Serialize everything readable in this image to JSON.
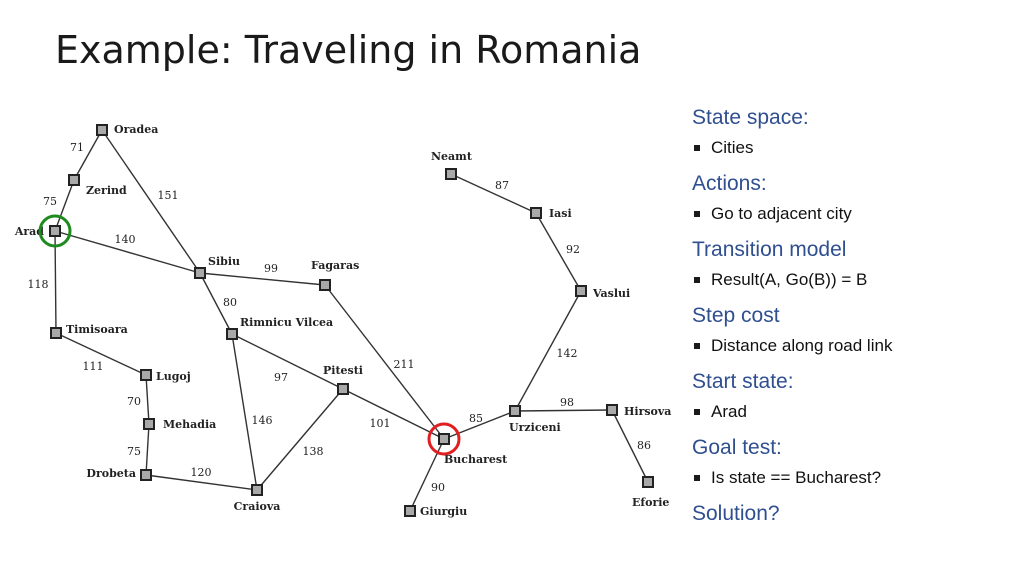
{
  "title": "Example: Traveling in Romania",
  "map": {
    "cities": [
      {
        "id": "arad",
        "name": "Arad"
      },
      {
        "id": "zerind",
        "name": "Zerind"
      },
      {
        "id": "oradea",
        "name": "Oradea"
      },
      {
        "id": "sibiu",
        "name": "Sibiu"
      },
      {
        "id": "timisoara",
        "name": "Timisoara"
      },
      {
        "id": "lugoj",
        "name": "Lugoj"
      },
      {
        "id": "mehadia",
        "name": "Mehadia"
      },
      {
        "id": "drobeta",
        "name": "Drobeta"
      },
      {
        "id": "craiova",
        "name": "Craiova"
      },
      {
        "id": "rimnicu",
        "name": "Rimnicu Vilcea"
      },
      {
        "id": "fagaras",
        "name": "Fagaras"
      },
      {
        "id": "pitesti",
        "name": "Pitesti"
      },
      {
        "id": "bucharest",
        "name": "Bucharest"
      },
      {
        "id": "giurgiu",
        "name": "Giurgiu"
      },
      {
        "id": "urziceni",
        "name": "Urziceni"
      },
      {
        "id": "hirsova",
        "name": "Hirsova"
      },
      {
        "id": "eforie",
        "name": "Eforie"
      },
      {
        "id": "vaslui",
        "name": "Vaslui"
      },
      {
        "id": "iasi",
        "name": "Iasi"
      },
      {
        "id": "neamt",
        "name": "Neamt"
      }
    ],
    "roads": [
      {
        "from": "oradea",
        "to": "zerind",
        "distance": "71"
      },
      {
        "from": "zerind",
        "to": "arad",
        "distance": "75"
      },
      {
        "from": "oradea",
        "to": "sibiu",
        "distance": "151"
      },
      {
        "from": "arad",
        "to": "sibiu",
        "distance": "140"
      },
      {
        "from": "arad",
        "to": "timisoara",
        "distance": "118"
      },
      {
        "from": "timisoara",
        "to": "lugoj",
        "distance": "111"
      },
      {
        "from": "lugoj",
        "to": "mehadia",
        "distance": "70"
      },
      {
        "from": "mehadia",
        "to": "drobeta",
        "distance": "75"
      },
      {
        "from": "drobeta",
        "to": "craiova",
        "distance": "120"
      },
      {
        "from": "sibiu",
        "to": "fagaras",
        "distance": "99"
      },
      {
        "from": "sibiu",
        "to": "rimnicu",
        "distance": "80"
      },
      {
        "from": "rimnicu",
        "to": "pitesti",
        "distance": "97"
      },
      {
        "from": "rimnicu",
        "to": "craiova",
        "distance": "146"
      },
      {
        "from": "craiova",
        "to": "pitesti",
        "distance": "138"
      },
      {
        "from": "fagaras",
        "to": "bucharest",
        "distance": "211"
      },
      {
        "from": "pitesti",
        "to": "bucharest",
        "distance": "101"
      },
      {
        "from": "bucharest",
        "to": "giurgiu",
        "distance": "90"
      },
      {
        "from": "bucharest",
        "to": "urziceni",
        "distance": "85"
      },
      {
        "from": "urziceni",
        "to": "hirsova",
        "distance": "98"
      },
      {
        "from": "hirsova",
        "to": "eforie",
        "distance": "86"
      },
      {
        "from": "urziceni",
        "to": "vaslui",
        "distance": "142"
      },
      {
        "from": "vaslui",
        "to": "iasi",
        "distance": "92"
      },
      {
        "from": "iasi",
        "to": "neamt",
        "distance": "87"
      }
    ],
    "highlights": [
      {
        "city": "arad",
        "color": "#1f8a1f"
      },
      {
        "city": "bucharest",
        "color": "#e02020"
      }
    ]
  },
  "problem": {
    "sections": [
      {
        "heading": "State space:",
        "items": [
          "Cities"
        ]
      },
      {
        "heading": "Actions:",
        "items": [
          "Go to adjacent city"
        ]
      },
      {
        "heading": "Transition model",
        "items": [
          "Result(A, Go(B)) = B"
        ]
      },
      {
        "heading": "Step cost",
        "items": [
          "Distance along road link"
        ]
      },
      {
        "heading": "Start state:",
        "items": [
          "Arad"
        ]
      },
      {
        "heading": "Goal test:",
        "items": [
          "Is state == Bucharest?"
        ]
      },
      {
        "heading": "Solution?",
        "items": []
      }
    ]
  },
  "colors": {
    "heading": "#2f4f8f",
    "start_marker": "#1f8a1f",
    "goal_marker": "#e02020"
  }
}
